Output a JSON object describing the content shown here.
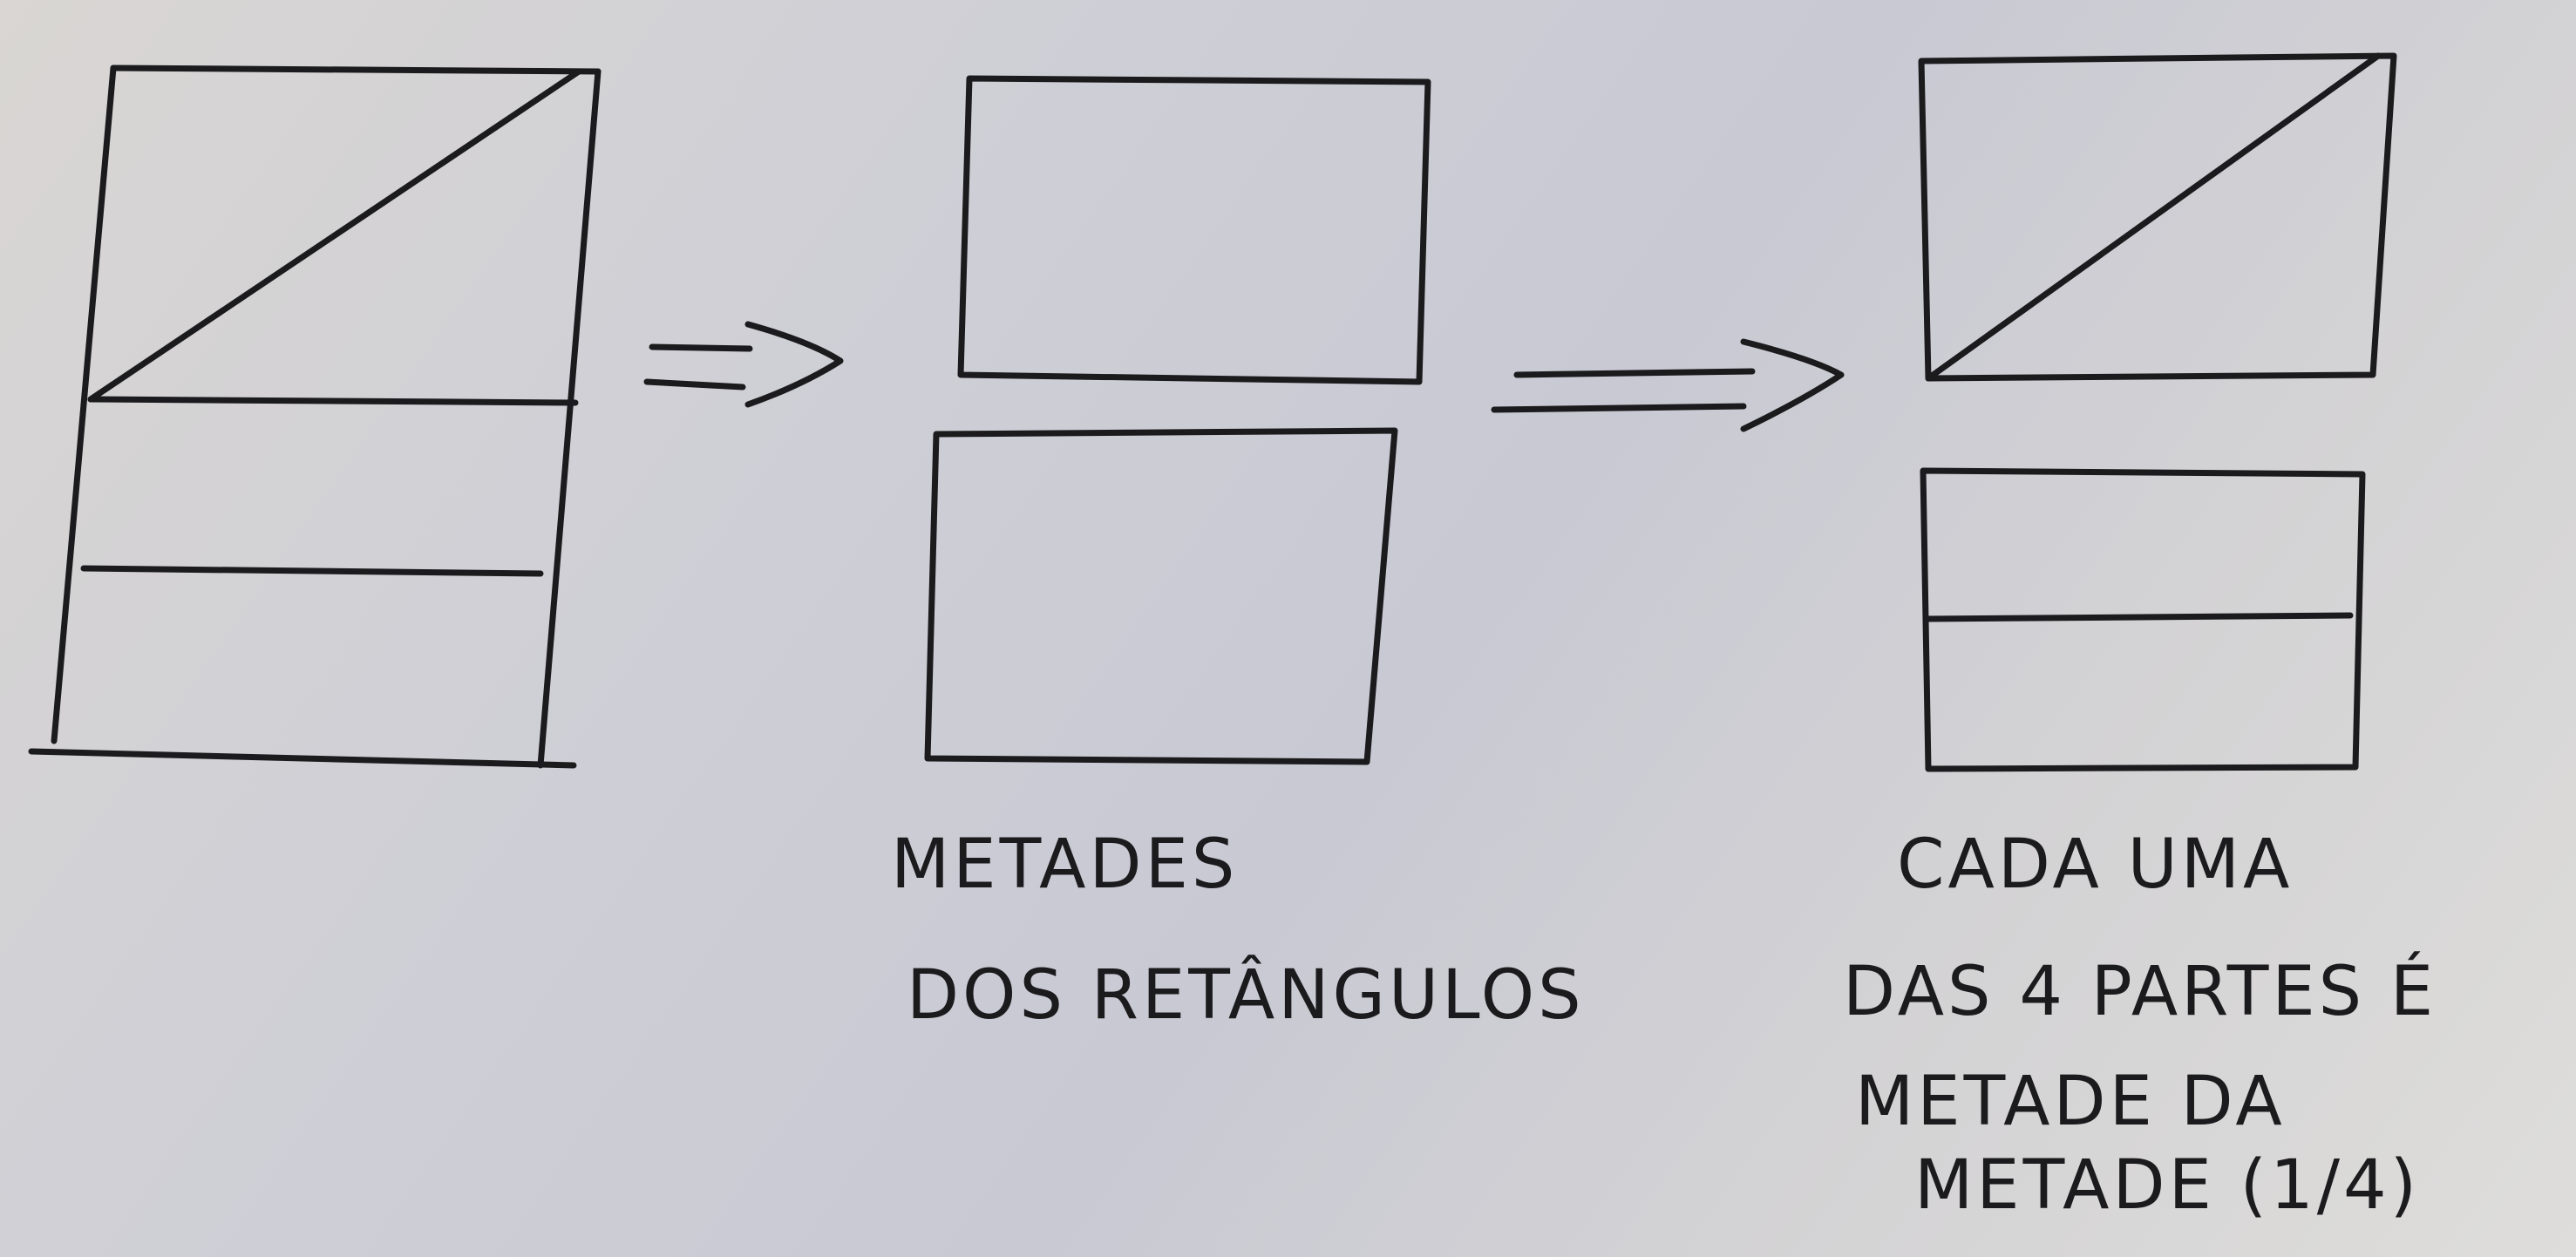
{
  "caption_middle": {
    "line1": "METADES",
    "line2": "DOS RETÂNGULOS"
  },
  "caption_right": {
    "line1": "CADA UMA",
    "line2": "DAS 4 PARTES É",
    "line3": "METADE DA",
    "line4": "METADE (1/4)"
  },
  "ink_color": "#1b1a1c",
  "paper_color": "#d4d3d6"
}
